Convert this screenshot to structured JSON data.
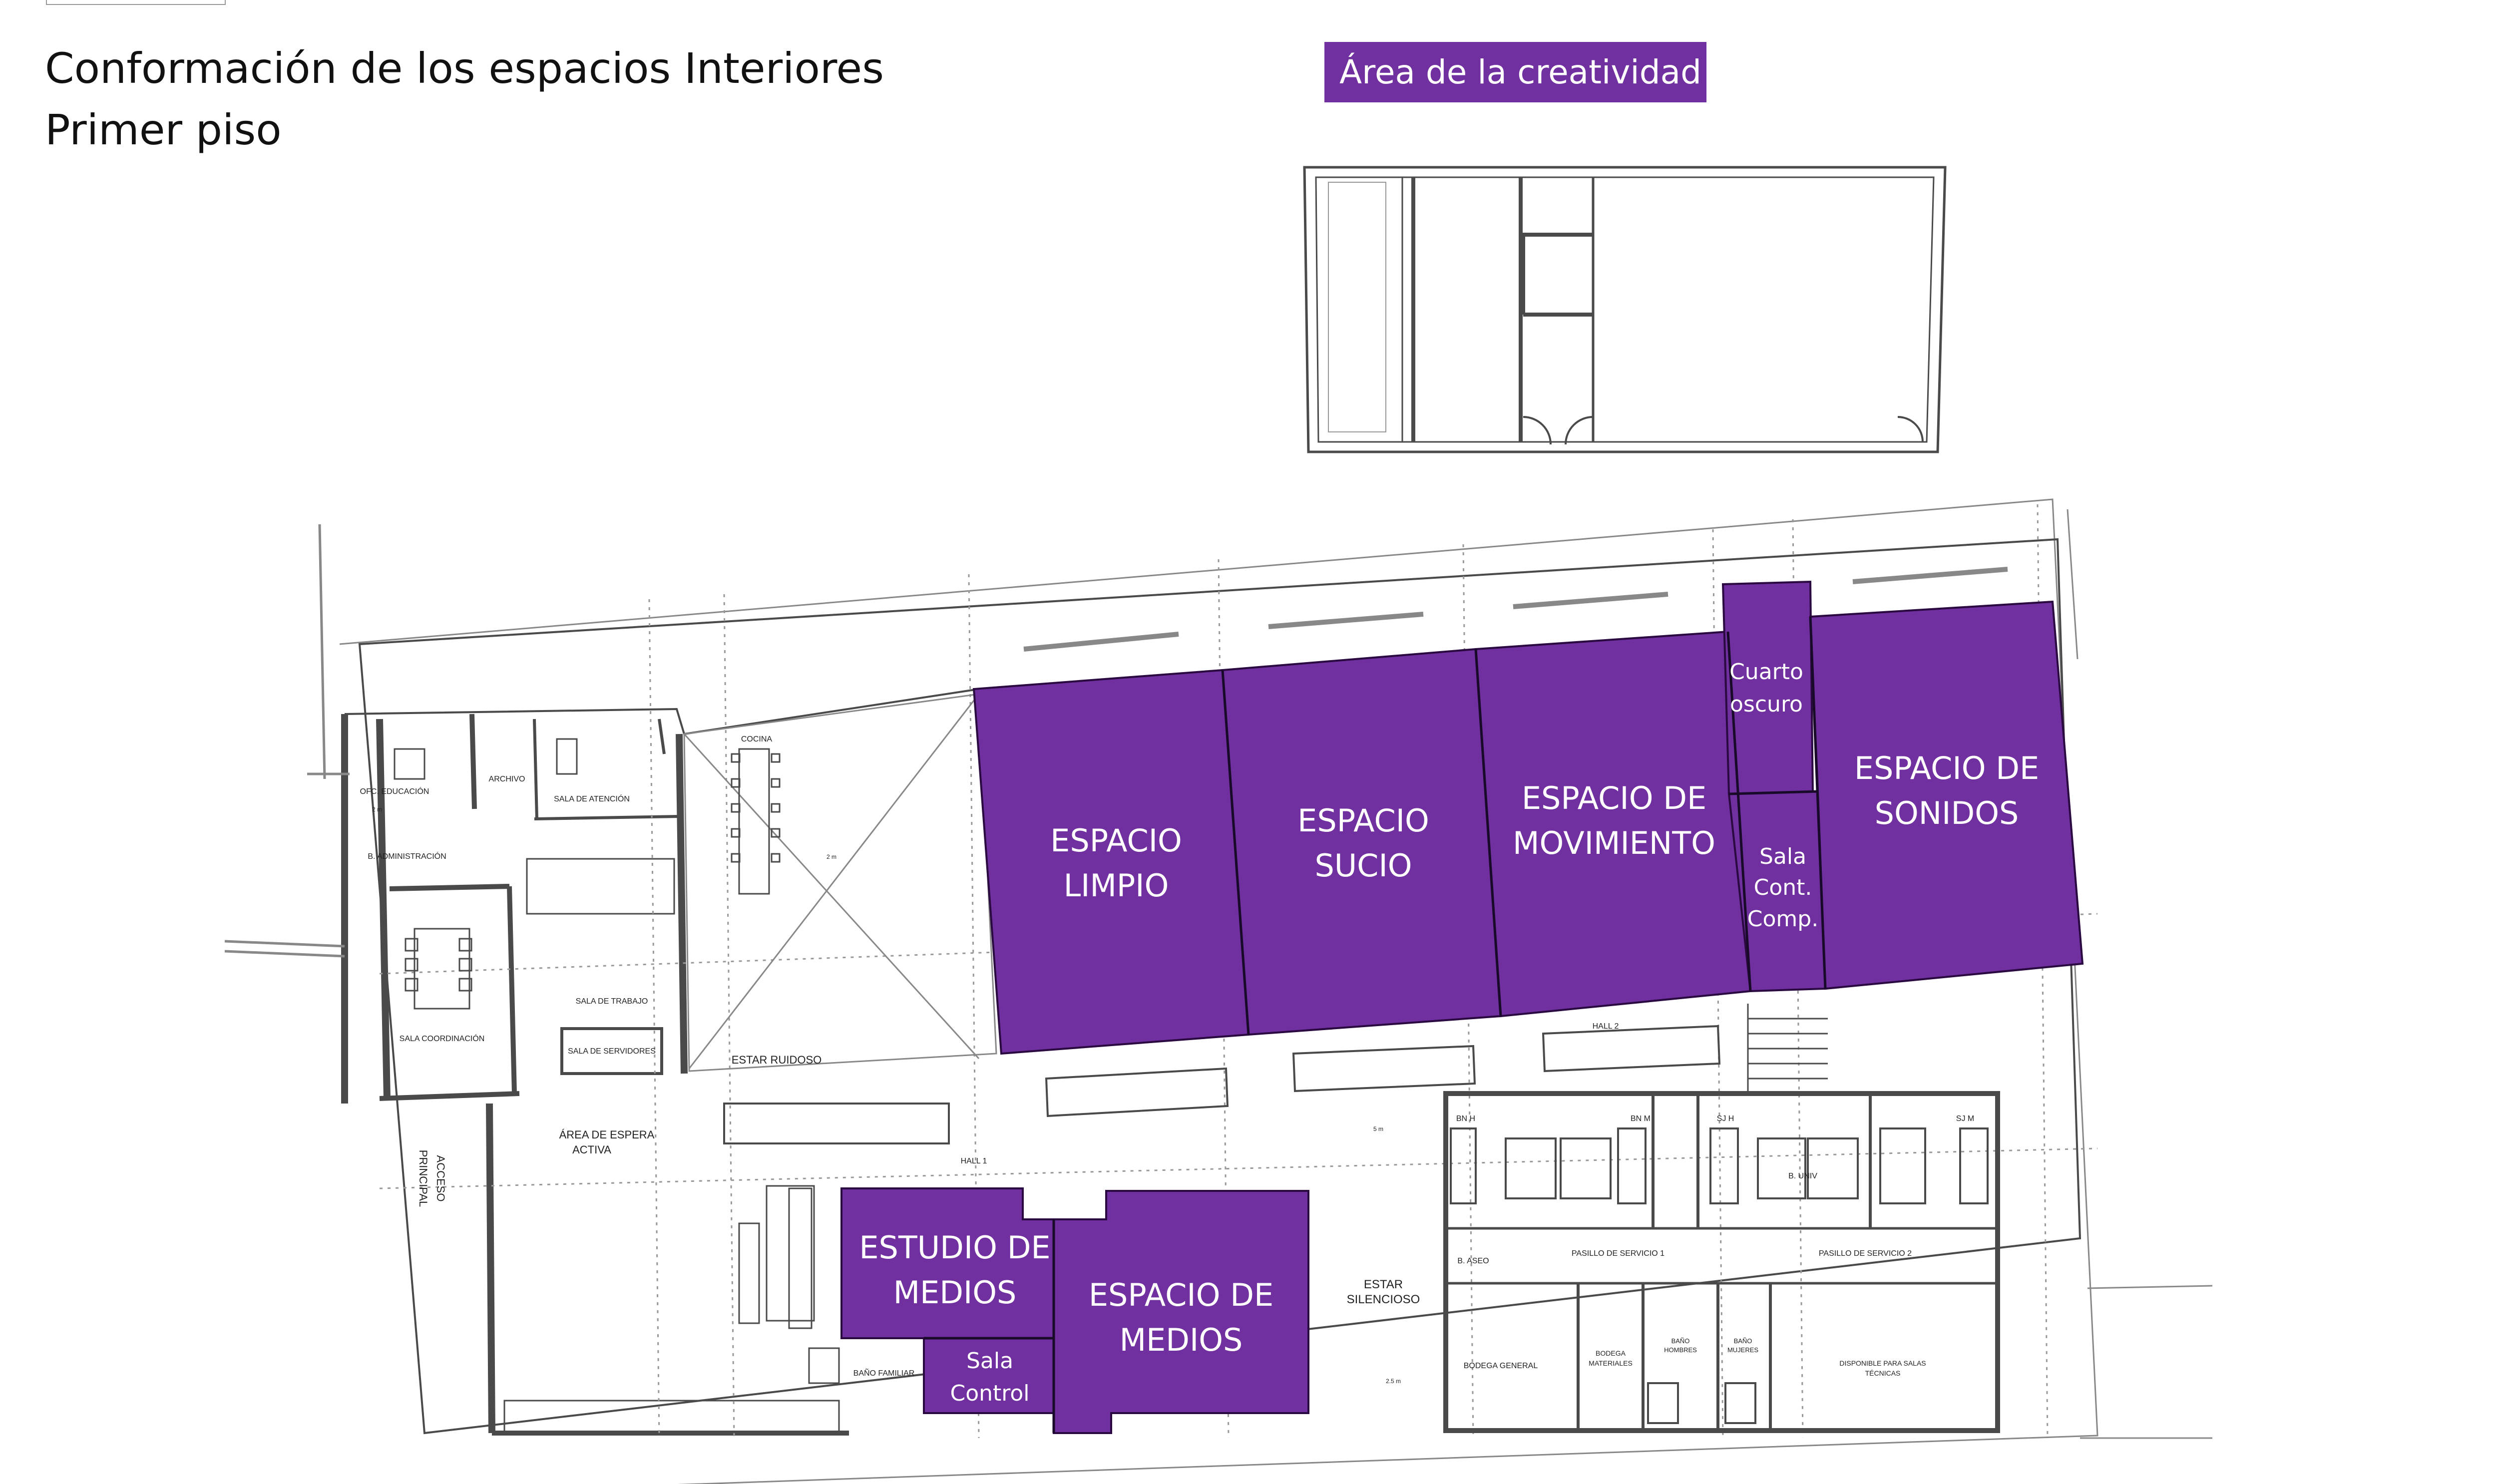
{
  "title": {
    "line1": "Conformación de los espacios Interiores",
    "line2": "Primer piso"
  },
  "legend": {
    "label": "Área de la creatividad",
    "color": "#7030a0"
  },
  "zones": {
    "espacio_limpio": [
      "ESPACIO",
      "LIMPIO"
    ],
    "espacio_sucio": [
      "ESPACIO",
      "SUCIO"
    ],
    "espacio_movimiento": [
      "ESPACIO DE",
      "MOVIMIENTO"
    ],
    "cuarto_oscuro": [
      "Cuarto",
      "oscuro"
    ],
    "sala_cont_comp": [
      "Sala",
      "Cont.",
      "Comp."
    ],
    "espacio_sonidos": [
      "ESPACIO DE",
      "SONIDOS"
    ],
    "estudio_medios": [
      "ESTUDIO DE",
      "MEDIOS"
    ],
    "sala_control": [
      "Sala",
      "Control"
    ],
    "espacio_medios": [
      "ESPACIO DE",
      "MEDIOS"
    ]
  },
  "rooms": {
    "ofc_educacion": "OFC. EDUCACIÓN",
    "archivo": "ARCHIVO",
    "sala_atencion": "SALA DE ATENCIÓN",
    "cocina": "COCINA",
    "b_administracion": "B. ADMINISTRACIÓN",
    "sala_trabajo": "SALA DE TRABAJO",
    "sala_coordinacion": "SALA COORDINACIÓN",
    "sala_servidores": "SALA DE SERVIDORES",
    "estar_ruidoso": "ESTAR RUIDOSO",
    "area_espera_1": "ÁREA DE ESPERA",
    "area_espera_2": "ACTIVA",
    "acceso_1": "ACCESO",
    "acceso_2": "PRINCIPAL",
    "hall_1": "HALL 1",
    "hall_2": "HALL 2",
    "estar_silencioso_1": "ESTAR",
    "estar_silencioso_2": "SILENCIOSO",
    "bano_familiar": "BAÑO FAMILIAR",
    "bn_h": "BN H",
    "bn_m": "BN M",
    "sj_h": "SJ H",
    "sj_m": "SJ M",
    "b_aseo": "B. ASEO",
    "b_univ": "B. UNIV",
    "pasillo_1": "PASILLO DE SERVICIO 1",
    "pasillo_2": "PASILLO DE SERVICIO 2",
    "bodega_general": "BODEGA GENERAL",
    "bodega_materiales_1": "BODEGA",
    "bodega_materiales_2": "MATERIALES",
    "bano_hombres_1": "BAÑO",
    "bano_hombres_2": "HOMBRES",
    "bano_mujeres_1": "BAÑO",
    "bano_mujeres_2": "MUJERES",
    "disponible_1": "DISPONIBLE PARA SALAS",
    "disponible_2": "TÉCNICAS",
    "dim_5m": "5 m",
    "dim_2m": "2 m",
    "dim_25m": "2.5 m"
  }
}
